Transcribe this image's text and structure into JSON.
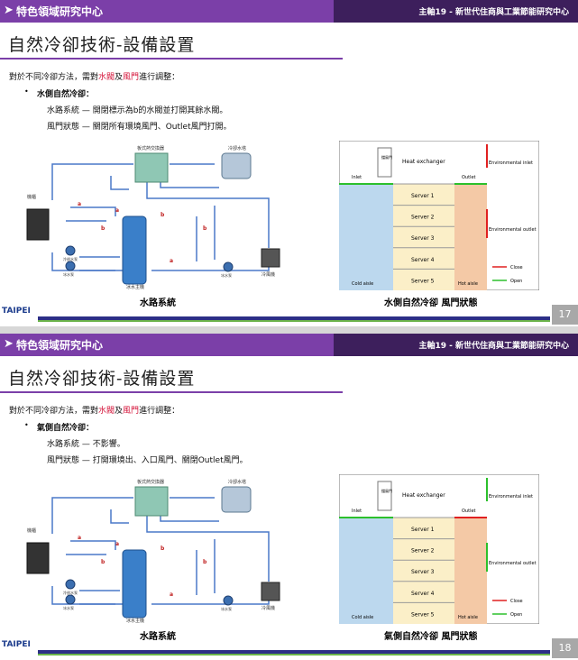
{
  "header": {
    "section": "特色領域研究中心",
    "topic": "主軸19 - 新世代住商與工業節能研究中心"
  },
  "logo": "TAIPEI",
  "slides": [
    {
      "title": "自然冷卻技術-設備設置",
      "intro_prefix": "對於不同冷卻方法，需對",
      "intro_valve": "水閥",
      "intro_and": "及",
      "intro_damper": "風門",
      "intro_suffix": "進行調整：",
      "bullet": "水側自然冷卻：",
      "line1": "水路系統 — 開閉標示為b的水閥並打開其餘水閥。",
      "line2": "風門狀態 — 關閉所有環境風門、Outlet風門打開。",
      "caption_left": "水路系統",
      "caption_right": "水側自然冷卻  風門狀態",
      "page": "17"
    },
    {
      "title": "自然冷卻技術-設備設置",
      "intro_prefix": "對於不同冷卻方法，需對",
      "intro_valve": "水閥",
      "intro_and": "及",
      "intro_damper": "風門",
      "intro_suffix": "進行調整：",
      "bullet": "氣側自然冷卻：",
      "line1": "水路系統 — 不影響。",
      "line2": "風門狀態 — 打開環境出、入口風門、關閉Outlet風門。",
      "caption_left": "水路系統",
      "caption_right": "氣側自然冷卻  風門狀態",
      "page": "18"
    }
  ],
  "diagram": {
    "labels": {
      "heat_exchanger": "板式熱交換器",
      "cooling_tower": "冷卻水塔",
      "server_cabinet": "機櫃",
      "pump1": "冷卻水泵",
      "pump2": "冰水泵",
      "chiller": "冰水主機",
      "ahu": "冷風機",
      "valve_a": "a",
      "valve_b": "b"
    }
  },
  "airflow": {
    "heat_exchanger": "Heat exchanger",
    "damper": "擋風門",
    "inlet": "Inlet",
    "outlet": "Outlet",
    "env_inlet": "Environmental inlet",
    "env_outlet": "Environmental outlet",
    "servers": [
      "Server 1",
      "Server 2",
      "Server 3",
      "Server 4",
      "Server 5"
    ],
    "cold_aisle": "Cold aisle",
    "hot_aisle": "Hot aisle",
    "legend_close": "Close",
    "legend_open": "Open",
    "colors": {
      "close": "#e02020",
      "open": "#2cc02c",
      "cold": "#bcd8ee",
      "hot": "#f4c9a6",
      "server": "#fbefc8"
    }
  }
}
